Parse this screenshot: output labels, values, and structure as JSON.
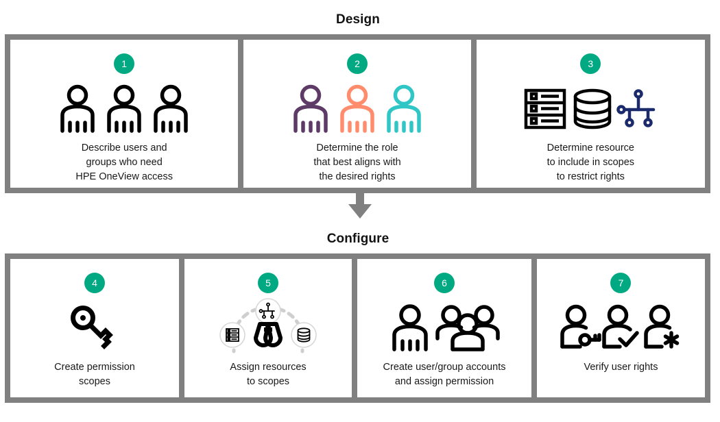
{
  "theme": {
    "accent_green": "#01A982",
    "frame_gray": "#808080",
    "card_white": "#FFFFFF",
    "text_dark": "#181818",
    "persona_purple": "#5E3A66",
    "persona_orange": "#FF8D6D",
    "persona_teal": "#31C6C6",
    "network_navy": "#1B2A6B"
  },
  "sections": [
    {
      "title": "Design",
      "cards": [
        {
          "number": "1",
          "icon": "three-users-icon",
          "caption": "Describe users and\ngroups who need\nHPE OneView access"
        },
        {
          "number": "2",
          "icon": "three-colored-roles-icon",
          "caption": "Determine the role\nthat best aligns with\nthe desired rights"
        },
        {
          "number": "3",
          "icon": "server-storage-network-icon",
          "caption": "Determine resource\nto include in scopes\nto restrict rights"
        }
      ]
    },
    {
      "title": "Configure",
      "cards": [
        {
          "number": "4",
          "icon": "key-icon",
          "caption": "Create permission\nscopes"
        },
        {
          "number": "5",
          "icon": "binoculars-resources-icon",
          "caption": "Assign resources\nto scopes"
        },
        {
          "number": "6",
          "icon": "user-and-group-icon",
          "caption": "Create user/group accounts\nand assign permission"
        },
        {
          "number": "7",
          "icon": "users-key-check-asterisk-icon",
          "caption": "Verify user rights"
        }
      ]
    }
  ],
  "connector": {
    "icon": "down-arrow-icon",
    "from": "Design",
    "to": "Configure"
  }
}
